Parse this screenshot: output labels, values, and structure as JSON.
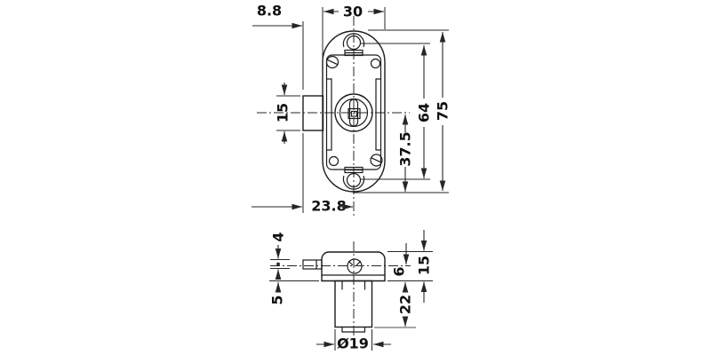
{
  "dims": {
    "front": {
      "latch_protrusion": "8.8",
      "case_width": "30",
      "bolt_height": "15",
      "cylinder_center_to_bottom": "37.5",
      "hole_spacing": "64",
      "case_length": "75",
      "backset": "23.8"
    },
    "side": {
      "bolt_thickness": "4",
      "bolt_to_mounting_face": "5",
      "center_to_mounting_face": "6",
      "case_depth": "15",
      "barrel_depth": "22",
      "barrel_diameter": "Ø19"
    }
  },
  "colors": {
    "line": "#1c1c1c",
    "dimension": "#262626",
    "background": "#ffffff"
  }
}
